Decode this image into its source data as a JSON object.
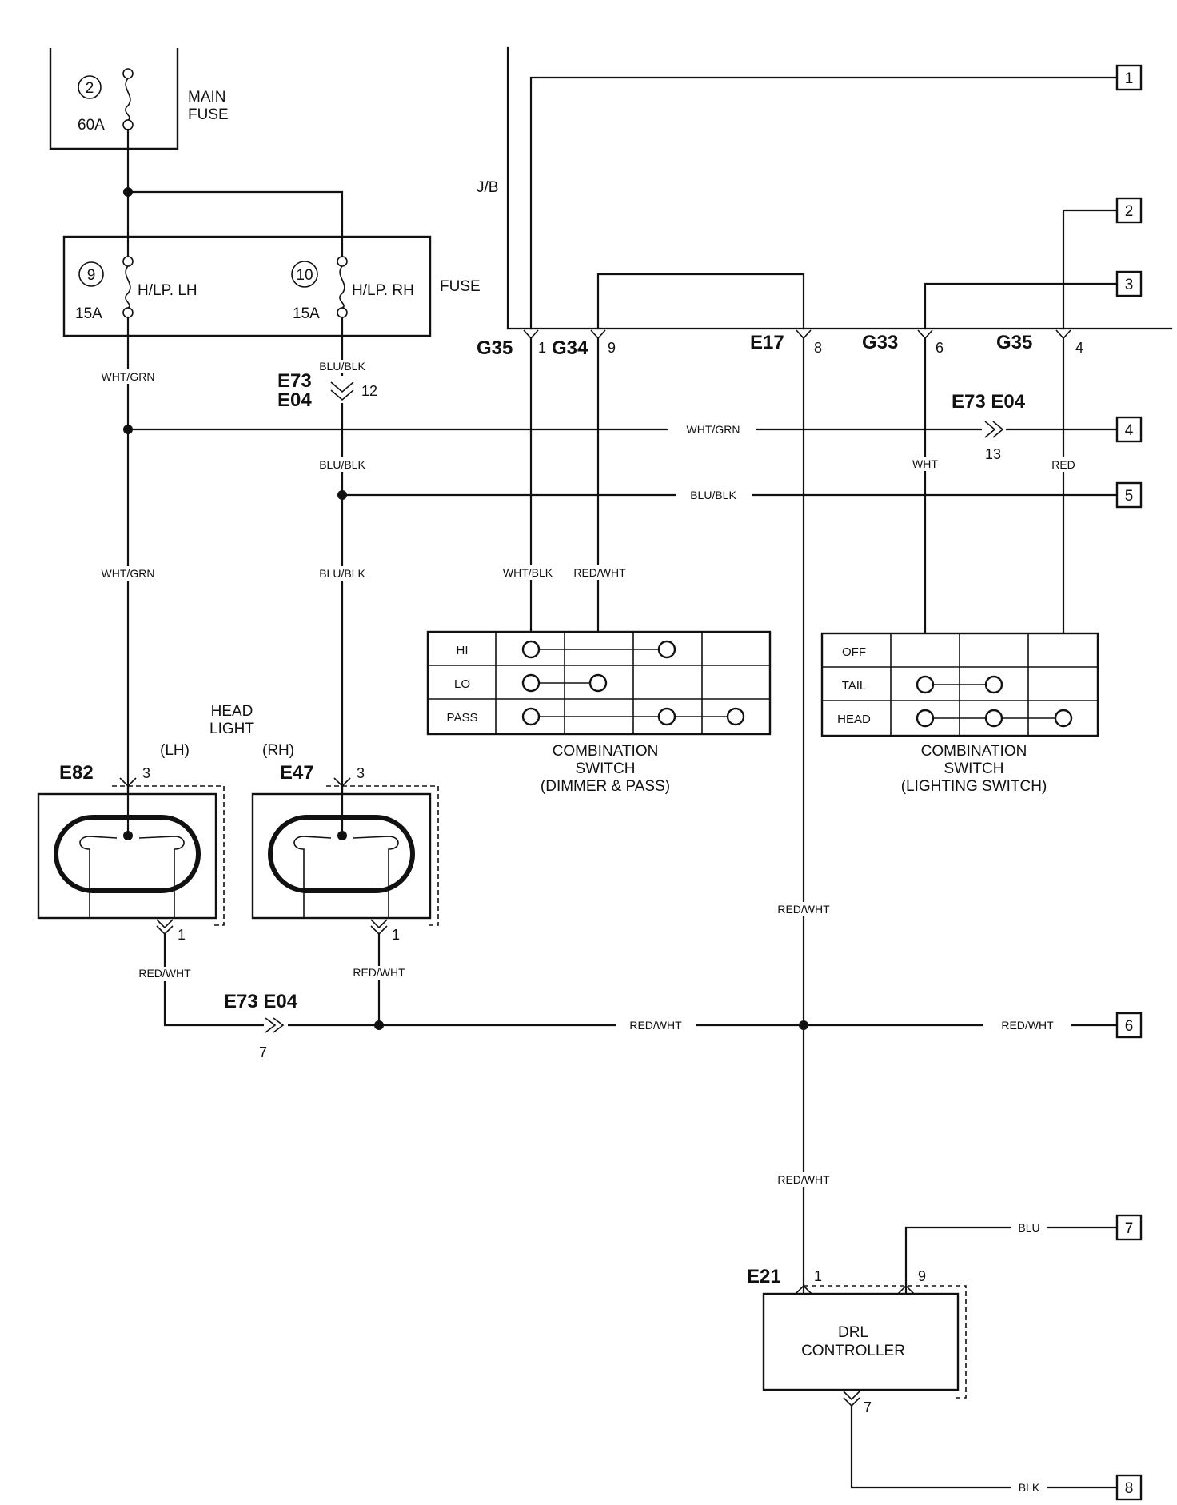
{
  "main_fuse": {
    "number": "2",
    "rating": "60A",
    "label_1": "MAIN",
    "label_2": "FUSE"
  },
  "fuse_box": {
    "label": "FUSE",
    "fuse_9": {
      "number": "9",
      "name": "H/LP. LH",
      "rating": "15A"
    },
    "fuse_10": {
      "number": "10",
      "name": "H/LP. RH",
      "rating": "15A"
    }
  },
  "jb_label": "J/B",
  "jb_connectors": [
    {
      "name": "G35",
      "pin": "1"
    },
    {
      "name": "G34",
      "pin": "9"
    },
    {
      "name": "E17",
      "pin": "8"
    },
    {
      "name": "G33",
      "pin": "6"
    },
    {
      "name": "G35",
      "pin": "4"
    }
  ],
  "junction_e73_e04_a": {
    "name_1": "E73",
    "name_2": "E04",
    "pin": "12"
  },
  "junction_e73_e04_b": {
    "name": "E73 E04",
    "pin": "13"
  },
  "junction_e73_e04_c": {
    "name": "E73 E04",
    "pin": "7"
  },
  "wire_labels": {
    "wht_grn_1": "WHT/GRN",
    "wht_grn_2": "WHT/GRN",
    "wht_grn_3": "WHT/GRN",
    "blu_blk_1": "BLU/BLK",
    "blu_blk_2": "BLU/BLK",
    "blu_blk_3": "BLU/BLK",
    "blu_blk_4": "BLU/BLK",
    "wht": "WHT",
    "red": "RED",
    "wht_blk": "WHT/BLK",
    "red_wht_sw": "RED/WHT",
    "red_wht_e17": "RED/WHT",
    "red_wht_lh": "RED/WHT",
    "red_wht_rh": "RED/WHT",
    "red_wht_bus": "RED/WHT",
    "red_wht_6": "RED/WHT",
    "red_wht_drl": "RED/WHT",
    "blu": "BLU",
    "blk": "BLK"
  },
  "head_light": {
    "label_1": "HEAD",
    "label_2": "LIGHT",
    "lh": {
      "side": "(LH)",
      "connector": "E82",
      "pin_top": "3",
      "pin_bottom": "1"
    },
    "rh": {
      "side": "(RH)",
      "connector": "E47",
      "pin_top": "3",
      "pin_bottom": "1"
    }
  },
  "dimmer_switch": {
    "rows": [
      "HI",
      "LO",
      "PASS"
    ],
    "title_1": "COMBINATION",
    "title_2": "SWITCH",
    "title_3": "(DIMMER & PASS)"
  },
  "lighting_switch": {
    "rows": [
      "OFF",
      "TAIL",
      "HEAD"
    ],
    "title_1": "COMBINATION",
    "title_2": "SWITCH",
    "title_3": "(LIGHTING SWITCH)"
  },
  "drl_controller": {
    "connector": "E21",
    "pin_1": "1",
    "pin_9": "9",
    "pin_7": "7",
    "label_1": "DRL",
    "label_2": "CONTROLLER"
  },
  "terminals": [
    "1",
    "2",
    "3",
    "4",
    "5",
    "6",
    "7",
    "8"
  ]
}
